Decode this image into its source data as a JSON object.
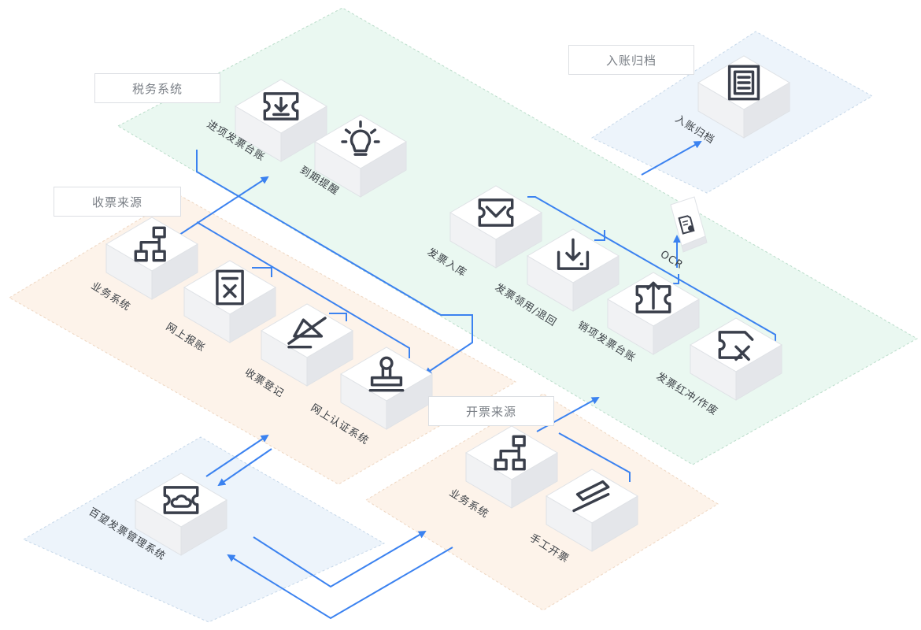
{
  "zones": {
    "tax_system": "税务系统",
    "receive_source": "收票来源",
    "issue_source": "开票来源",
    "archive": "入账归档"
  },
  "nodes": {
    "input_invoice_ledger": "进项发票台账",
    "expiry_reminder": "到期提醒",
    "receive_business_system": "业务系统",
    "online_reimbursement": "网上报账",
    "receipt_registration": "收票登记",
    "online_certification": "网上认证系统",
    "invoice_storage": "发票入库",
    "invoice_claim_return": "发票领用/退回",
    "output_invoice_ledger": "销项发票台账",
    "invoice_red_void": "发票红冲/作废",
    "archive_node": "入账归档",
    "baiwang_system": "百望发票管理系统",
    "issue_business_system": "业务系统",
    "manual_invoicing": "手工开票",
    "ocr": "OCR"
  },
  "colors": {
    "arrow": "#3b82f0",
    "zone_green": "#eaf8f1",
    "zone_orange": "#fdf3ea",
    "zone_blue": "#edf4fb",
    "zone_border": "#b9dcc9",
    "box_top": "#ffffff",
    "box_side": "#e4e6ea",
    "box_front": "#f1f2f4"
  },
  "icons": {
    "input_invoice_ledger": "ticket-download-icon",
    "expiry_reminder": "lightbulb-icon",
    "receive_business_system": "flowchart-icon",
    "online_reimbursement": "document-icon",
    "receipt_registration": "pen-ruler-icon",
    "online_certification": "stamp-icon",
    "invoice_storage": "ticket-check-icon",
    "invoice_claim_return": "tray-download-icon",
    "output_invoice_ledger": "ticket-upload-icon",
    "invoice_red_void": "ticket-cross-icon",
    "archive_node": "ledger-icon",
    "baiwang_system": "ticket-cloud-icon",
    "issue_business_system": "flowchart-icon",
    "manual_invoicing": "pen-icon",
    "ocr": "scan-document-icon"
  }
}
